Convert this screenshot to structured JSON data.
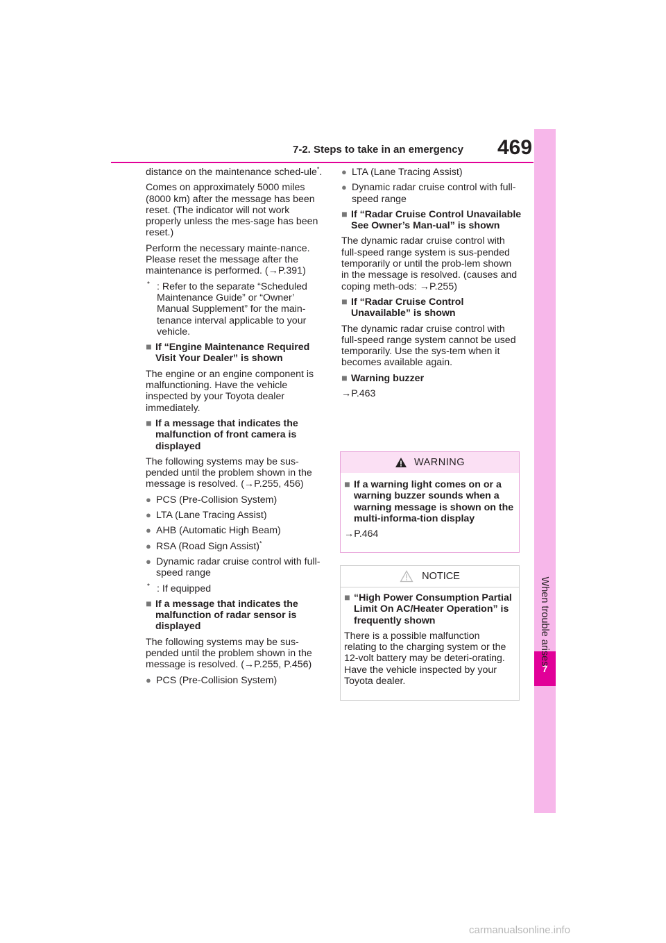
{
  "header": {
    "section_title": "7-2. Steps to take in an emergency",
    "page_number": "469"
  },
  "side_tab": {
    "chapter_number": "7",
    "chapter_title": "When trouble arises"
  },
  "left_column": {
    "p1_a": "distance on the maintenance sched-ule",
    "p1_b": ".",
    "p2": "Comes on approximately 5000 miles (8000 km) after the message has been reset. (The indicator will not work properly unless the mes-sage has been reset.)",
    "p3": "Perform the necessary mainte-nance. Please reset the message after the maintenance is performed. (→P.391)",
    "note1": ": Refer to the separate “Scheduled Maintenance Guide” or “Owner’ Manual Supplement” for the main-tenance interval applicable to your vehicle.",
    "h1": "If “Engine Maintenance Required Visit Your Dealer” is shown",
    "p4": "The engine or an engine component is malfunctioning. Have the vehicle inspected by your Toyota dealer immediately.",
    "h2": "If a message that indicates the malfunction of front camera is displayed",
    "p5": "The following systems may be sus-pended until the problem shown in the message is resolved. (→P.255, 456)",
    "b1": "PCS (Pre-Collision System)",
    "b2": "LTA (Lane Tracing Assist)",
    "b3": "AHB (Automatic High Beam)",
    "b4": "RSA (Road Sign Assist)",
    "b5": "Dynamic radar cruise control with full-speed range",
    "note2": ": If equipped",
    "h3": "If a message that indicates the malfunction of radar sensor is displayed",
    "p6": "The following systems may be sus-pended until the problem shown in the message is resolved. (→P.255, P.456)",
    "b6": "PCS (Pre-Collision System)",
    "asterisk": "*"
  },
  "right_column": {
    "b1": "LTA (Lane Tracing Assist)",
    "b2": "Dynamic radar cruise control with full-speed range",
    "h1": "If “Radar Cruise Control Unavailable See Owner’s Man-ual” is shown",
    "p1": "The dynamic radar cruise control with full-speed range system is sus-pended temporarily or until the prob-lem shown in the message is resolved. (causes and coping meth-ods: →P.255)",
    "h2": "If “Radar Cruise Control Unavailable” is shown",
    "p2": "The dynamic radar cruise control with full-speed range system cannot be used temporarily. Use the sys-tem when it becomes available again.",
    "h3": "Warning buzzer",
    "p3": "→P.463"
  },
  "warning_box": {
    "title": "WARNING",
    "heading": "If a warning light comes on or a warning buzzer sounds when a warning message is shown on the multi-informa-tion display",
    "ref": "→P.464"
  },
  "notice_box": {
    "title": "NOTICE",
    "heading": "“High Power Consumption Partial Limit On AC/Heater Operation” is frequently shown",
    "body": "There is a possible malfunction relating to the charging system or the 12-volt battery may be deteri-orating. Have the vehicle inspected by your Toyota dealer."
  },
  "footer": {
    "watermark": "carmanualsonline.info"
  },
  "colors": {
    "accent": "#e10098",
    "tab": "#f7b7ea",
    "warning_header": "#fbe0f4"
  }
}
